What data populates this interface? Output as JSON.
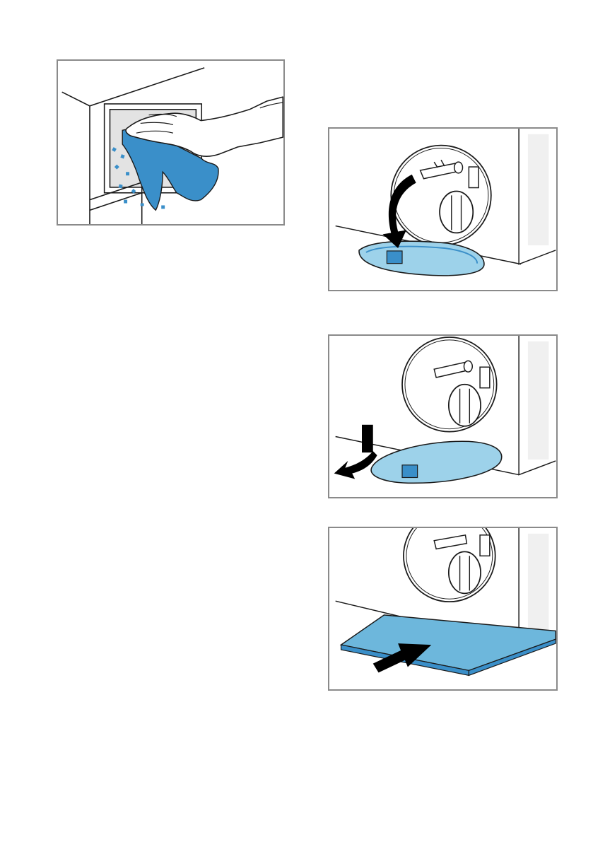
{
  "figures": [
    {
      "id": "wipe-cloth",
      "caption": ""
    },
    {
      "id": "flap-open",
      "caption": ""
    },
    {
      "id": "flap-remove",
      "caption": ""
    },
    {
      "id": "tray-insert",
      "caption": ""
    }
  ],
  "colors": {
    "accent_blue": "#3a8fc9",
    "light_blue": "#9dd2ea",
    "frame_grey": "#8a8a8a",
    "line": "#1a1a1a",
    "arrow": "#000000"
  }
}
